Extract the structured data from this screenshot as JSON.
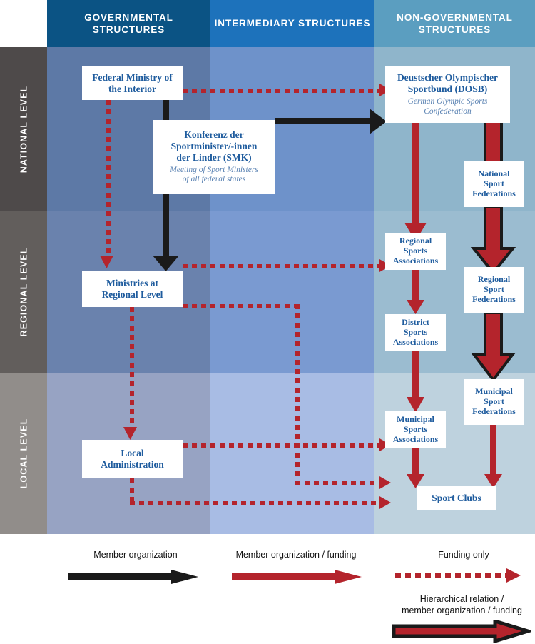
{
  "columns": [
    {
      "id": "governmental",
      "label": "GOVERNMENTAL\nSTRUCTURES",
      "color": "#0b5384"
    },
    {
      "id": "intermediary",
      "label": "INTERMEDIARY\nSTRUCTURES",
      "color": "#1d72bb"
    },
    {
      "id": "nongovernmental",
      "label": "NON-GOVERNMENTAL\nSTRUCTURES",
      "color": "#5b9ec0"
    }
  ],
  "levels": [
    {
      "id": "national",
      "label": "NATIONAL LEVEL",
      "color": "#4e4a4a"
    },
    {
      "id": "regional",
      "label": "REGIONAL LEVEL",
      "color": "#625e5c"
    },
    {
      "id": "local",
      "label": "LOCAL LEVEL",
      "color": "#918d8a"
    }
  ],
  "nodes": {
    "federal_ministry": {
      "main": "Federal Ministry of\nthe Interior",
      "sub": ""
    },
    "smk": {
      "main": "Konferenz der\nSportminister/-innen\nder Linder (SMK)",
      "sub": "Meeting of Sport Ministers\nof all federal states"
    },
    "dosb": {
      "main": "Deustscher Olympischer\nSportbund (DOSB)",
      "sub": "German Olympic Sports\nConfederation"
    },
    "national_sport_federations": {
      "main": "National\nSport\nFederations",
      "sub": ""
    },
    "ministries_regional": {
      "main": "Ministries at\nRegional Level",
      "sub": ""
    },
    "regional_sports_associations": {
      "main": "Regional\nSports\nAssociations",
      "sub": ""
    },
    "regional_sport_federations": {
      "main": "Regional\nSport\nFederations",
      "sub": ""
    },
    "district_sports_associations": {
      "main": "District\nSports\nAssociations",
      "sub": ""
    },
    "municipal_sport_federations": {
      "main": "Municipal\nSport\nFederations",
      "sub": ""
    },
    "local_administration": {
      "main": "Local\nAdministration",
      "sub": ""
    },
    "municipal_sports_associations": {
      "main": "Municipal\nSports\nAssociations",
      "sub": ""
    },
    "sport_clubs": {
      "main": "Sport Clubs",
      "sub": ""
    }
  },
  "legend": {
    "member_organization": "Member organization",
    "member_organization_funding": "Member organization / funding",
    "funding_only": "Funding only",
    "hierarchical": "Hierarchical relation /\nmember organization / funding"
  },
  "colors": {
    "black_arrow": "#1a1a1a",
    "red_arrow": "#b4242c",
    "box_text": "#1f5c9e",
    "box_subtext": "#5b83b3"
  }
}
